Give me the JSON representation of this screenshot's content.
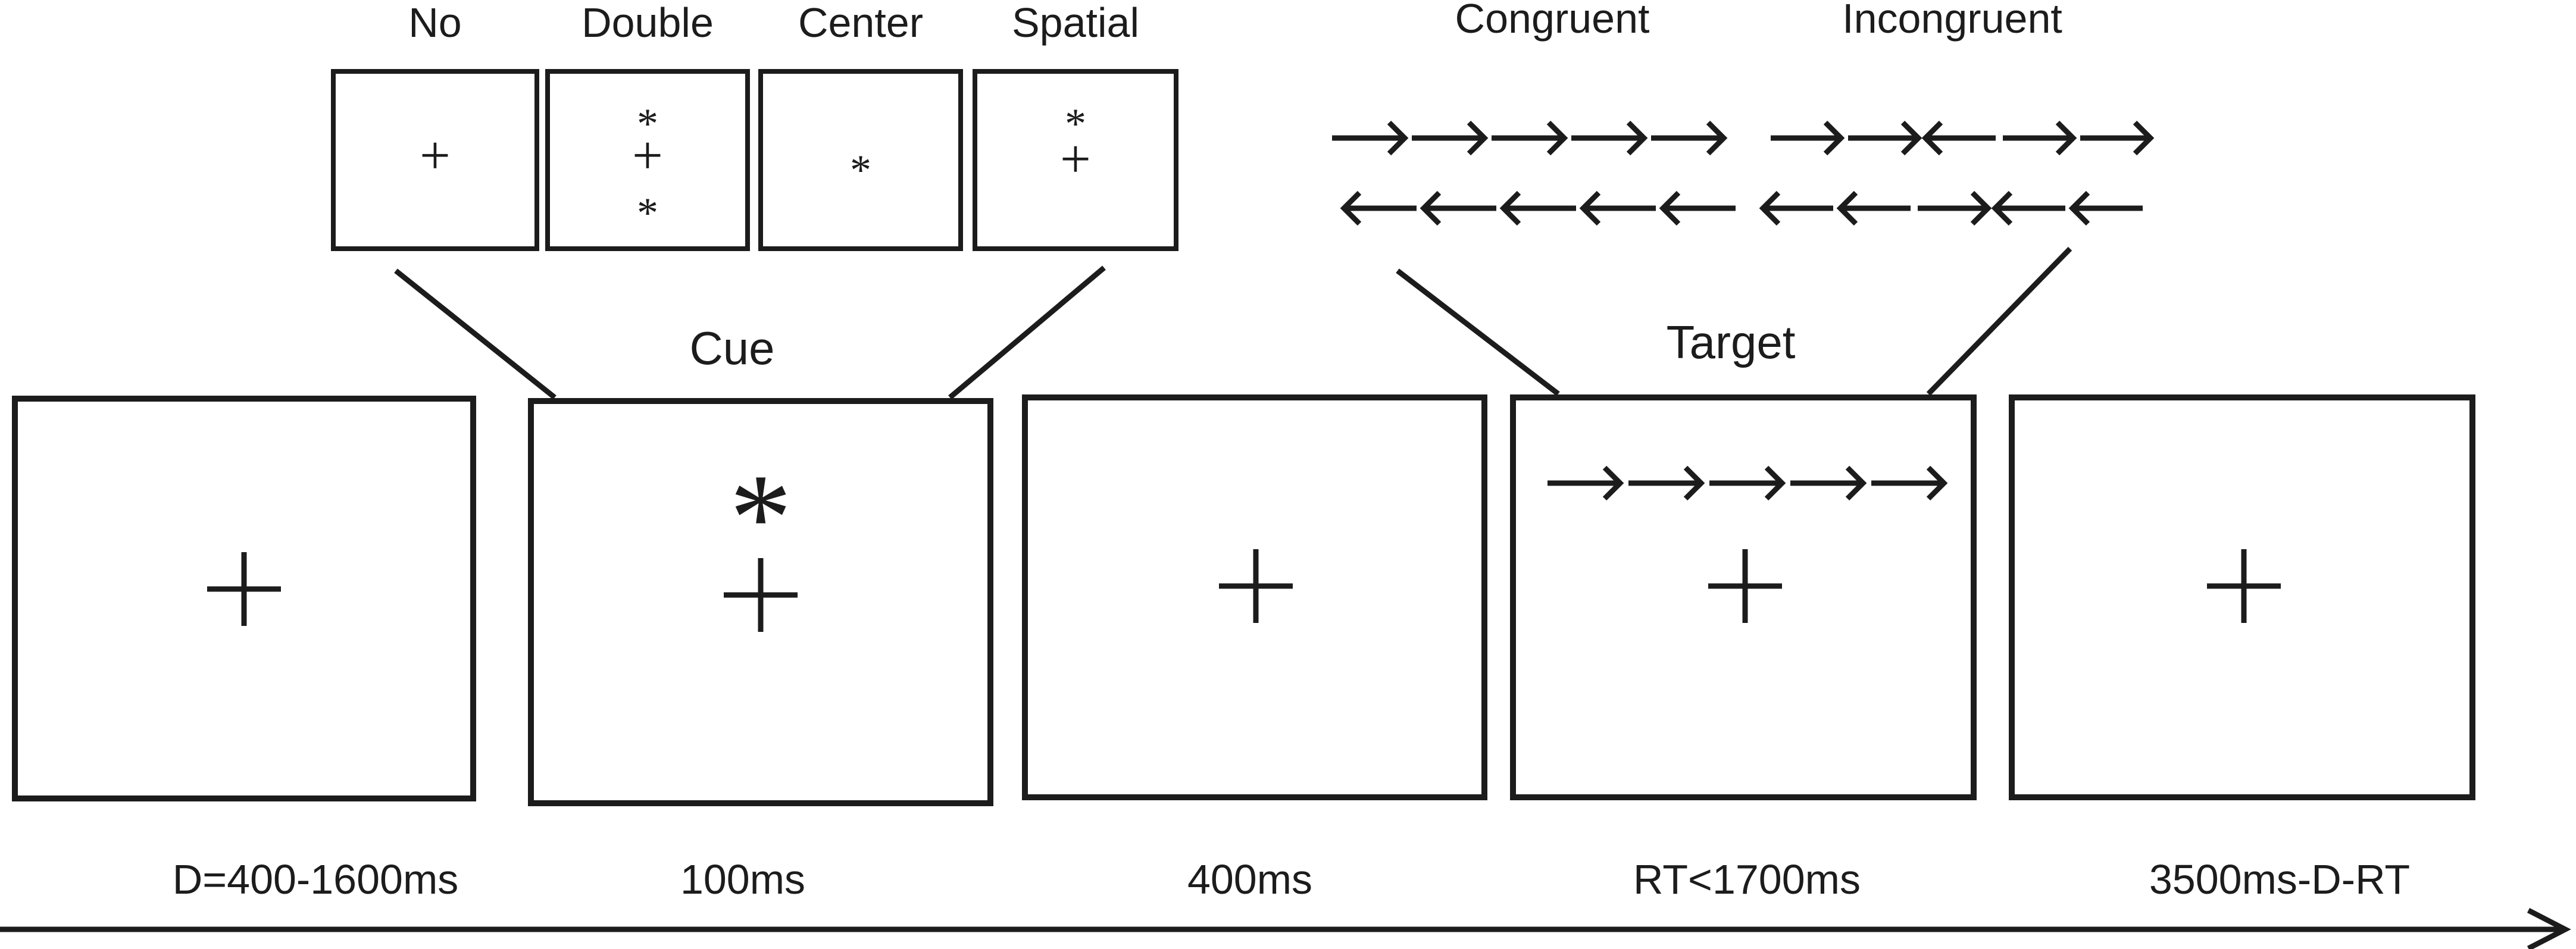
{
  "cue_types": [
    {
      "label": "No",
      "glyph_top": "",
      "glyph_mid": "+",
      "glyph_bottom": ""
    },
    {
      "label": "Double",
      "glyph_top": "*",
      "glyph_mid": "+",
      "glyph_bottom": "*"
    },
    {
      "label": "Center",
      "glyph_top": "",
      "glyph_mid": "*",
      "glyph_bottom": ""
    },
    {
      "label": "Spatial",
      "glyph_top": "*",
      "glyph_mid": "+",
      "glyph_bottom": ""
    }
  ],
  "flanker_types": {
    "congruent_label": "Congruent",
    "incongruent_label": "Incongruent",
    "congruent_rows": [
      [
        "right",
        "right",
        "right",
        "right",
        "right"
      ],
      [
        "left",
        "left",
        "left",
        "left",
        "left"
      ]
    ],
    "incongruent_rows": [
      [
        "right",
        "right",
        "left",
        "right",
        "right"
      ],
      [
        "left",
        "left",
        "right",
        "left",
        "left"
      ]
    ]
  },
  "stage_labels": {
    "cue": "Cue",
    "target": "Target"
  },
  "frames": [
    {
      "duration": "D=400-1600ms",
      "fixation": "+",
      "cue_star": "",
      "target_arrows": []
    },
    {
      "duration": "100ms",
      "fixation": "+",
      "cue_star": "*",
      "target_arrows": []
    },
    {
      "duration": "400ms",
      "fixation": "+",
      "cue_star": "",
      "target_arrows": []
    },
    {
      "duration": "RT<1700ms",
      "fixation": "+",
      "cue_star": "",
      "target_arrows": [
        "right",
        "right",
        "right",
        "right",
        "right"
      ]
    },
    {
      "duration": "3500ms-D-RT",
      "fixation": "+",
      "cue_star": "",
      "target_arrows": []
    }
  ],
  "timeline": {
    "icon": "arrow-right-icon"
  }
}
